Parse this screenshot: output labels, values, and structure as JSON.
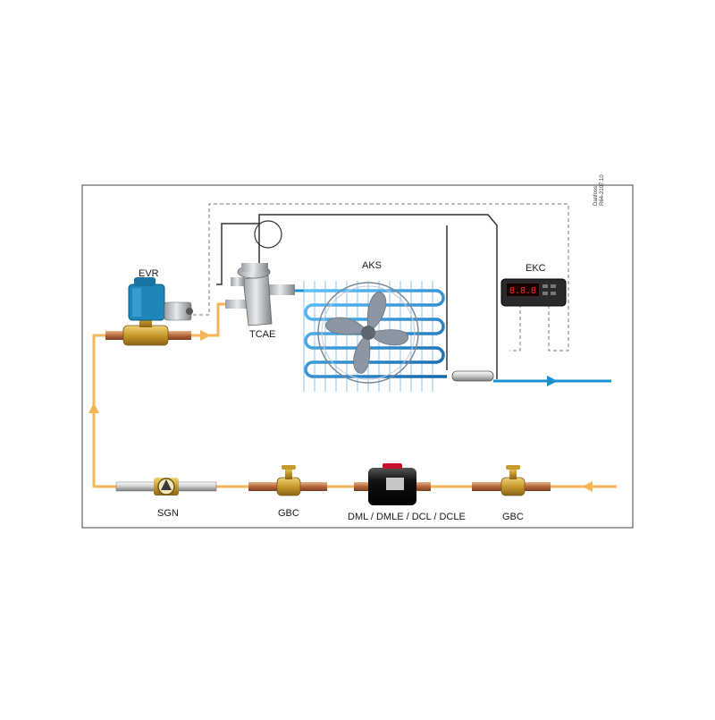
{
  "labels": {
    "evr": "EVR",
    "tcae": "TCAE",
    "aks": "AKS",
    "ekc": "EKC",
    "sgn": "SGN",
    "gbc_left": "GBC",
    "dml": "DML / DMLE / DCL / DCLE",
    "gbc_right": "GBC"
  },
  "doc_ref": {
    "brand": "Danfoss",
    "code": "R64-2107.10"
  },
  "colors": {
    "liquid_line": "#f5b55a",
    "suction_line": "#1e8fd0",
    "capillary": "#333333",
    "signal_line": "#7a7a7a"
  }
}
